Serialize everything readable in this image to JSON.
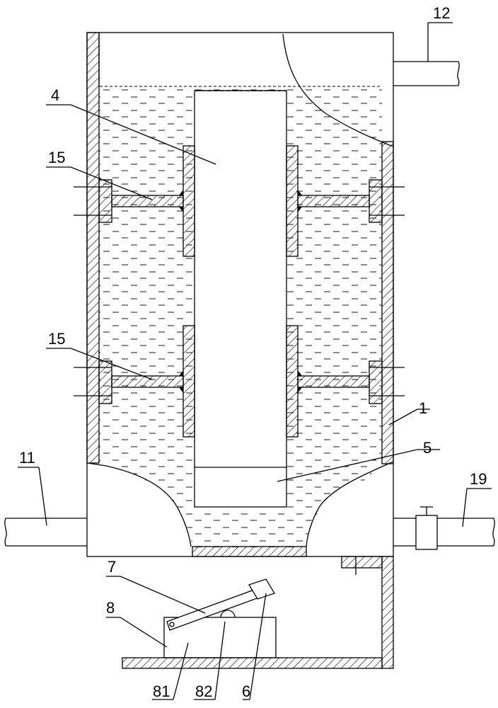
{
  "labels": {
    "l12": "12",
    "l4": "4",
    "l15a": "15",
    "l15b": "15",
    "l1": "1",
    "l5": "5",
    "l11": "11",
    "l19": "19",
    "l7": "7",
    "l8": "8",
    "l81": "81",
    "l82": "82",
    "l6": "6"
  },
  "colors": {
    "stroke": "#000000",
    "background": "#ffffff"
  }
}
